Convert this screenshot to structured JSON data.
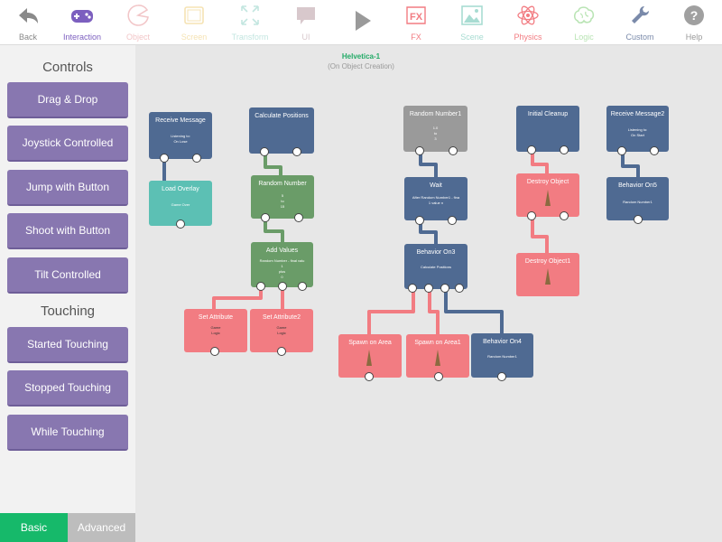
{
  "colors": {
    "accent": "#7c5fbf",
    "behavior_button": "#8877b0",
    "basic_tab": "#16b96a",
    "advanced_tab": "#bdbdbd",
    "block_trigger": "#4f6a92",
    "block_logic": "#6a9c68",
    "block_action": "#f27c82",
    "block_teal": "#5cc0b4",
    "block_gray": "#9a9a9a",
    "canvas_title": "#22aa66"
  },
  "toolbar": {
    "items": [
      {
        "label": "Back",
        "icon": "back-arrow-icon",
        "color": "#888888"
      },
      {
        "label": "Interaction",
        "icon": "gamepad-icon",
        "color": "#7c5fbf"
      },
      {
        "label": "Object",
        "icon": "pacman-icon",
        "color": "#f2c6c8"
      },
      {
        "label": "Screen",
        "icon": "screen-icon",
        "color": "#f5e3b4"
      },
      {
        "label": "Transform",
        "icon": "transform-icon",
        "color": "#c3e6e0"
      },
      {
        "label": "UI",
        "icon": "speech-bubble-icon",
        "color": "#d8c8cc"
      },
      {
        "label": "",
        "icon": "play-icon",
        "color": "#9a9a9a"
      },
      {
        "label": "FX",
        "icon": "fx-icon",
        "color": "#f27c82"
      },
      {
        "label": "Scene",
        "icon": "landscape-icon",
        "color": "#a8dcd2"
      },
      {
        "label": "Physics",
        "icon": "atom-icon",
        "color": "#f27c82"
      },
      {
        "label": "Logic",
        "icon": "brain-icon",
        "color": "#b9e4b4"
      },
      {
        "label": "Custom",
        "icon": "wrench-icon",
        "color": "#7a8aaa"
      },
      {
        "label": "Help",
        "icon": "help-icon",
        "color": "#999999"
      }
    ]
  },
  "sidebar": {
    "controls_title": "Controls",
    "controls": [
      "Drag & Drop",
      "Joystick Controlled",
      "Jump with Button",
      "Shoot with Button",
      "Tilt Controlled"
    ],
    "touching_title": "Touching",
    "touching": [
      "Started Touching",
      "Stopped Touching",
      "While Touching"
    ],
    "tabs": {
      "basic": "Basic",
      "advanced": "Advanced"
    }
  },
  "canvas": {
    "title": "Helvetica-1",
    "subtitle": "(On Object Creation)",
    "blocks": [
      {
        "id": "receive-message-block",
        "title": "Receive Message",
        "desc": "Listening to:\nOn Lose",
        "kind": "trigger"
      },
      {
        "id": "load-overlay-block",
        "title": "Load Overlay",
        "desc": "Game Over",
        "kind": "teal"
      },
      {
        "id": "calculate-positions-block",
        "title": "Calculate Positions",
        "desc": "",
        "kind": "trigger"
      },
      {
        "id": "random-number-block",
        "title": "Random Number",
        "desc": "5\nto\n15",
        "kind": "logic"
      },
      {
        "id": "add-values-block",
        "title": "Add Values",
        "desc": "Random Number - final valu\n1\nplus\n0",
        "kind": "logic"
      },
      {
        "id": "set-attribute-block",
        "title": "Set Attribute",
        "desc": "Game\nLogic",
        "kind": "action"
      },
      {
        "id": "set-attribute2-block",
        "title": "Set Attribute2",
        "desc": "Game\nLogic",
        "kind": "action"
      },
      {
        "id": "random-number1-block",
        "title": "Random Number1",
        "desc": "1.0\nto\n3",
        "kind": "gray"
      },
      {
        "id": "wait-block",
        "title": "Wait",
        "desc": "After Random Number1 - fina\n1 value n",
        "kind": "trigger"
      },
      {
        "id": "behavior-on3-block",
        "title": "Behavior On3",
        "desc": "Calculate Positions",
        "kind": "trigger"
      },
      {
        "id": "spawn-on-area-block",
        "title": "Spawn on Area",
        "desc": "",
        "kind": "action"
      },
      {
        "id": "spawn-on-area1-block",
        "title": "Spawn on Area1",
        "desc": "",
        "kind": "action"
      },
      {
        "id": "behavior-on4-block",
        "title": "Behavior On4",
        "desc": "Random Number1",
        "kind": "trigger"
      },
      {
        "id": "initial-cleanup-block",
        "title": "Initial Cleanup",
        "desc": "",
        "kind": "trigger"
      },
      {
        "id": "destroy-object-block",
        "title": "Destroy Object",
        "desc": "",
        "kind": "action"
      },
      {
        "id": "destroy-object1-block",
        "title": "Destroy Object1",
        "desc": "",
        "kind": "action"
      },
      {
        "id": "receive-message2-block",
        "title": "Receive Message2",
        "desc": "Listening to:\nOn Start",
        "kind": "trigger"
      },
      {
        "id": "behavior-on5-block",
        "title": "Behavior On5",
        "desc": "Random Number1",
        "kind": "trigger"
      }
    ]
  }
}
